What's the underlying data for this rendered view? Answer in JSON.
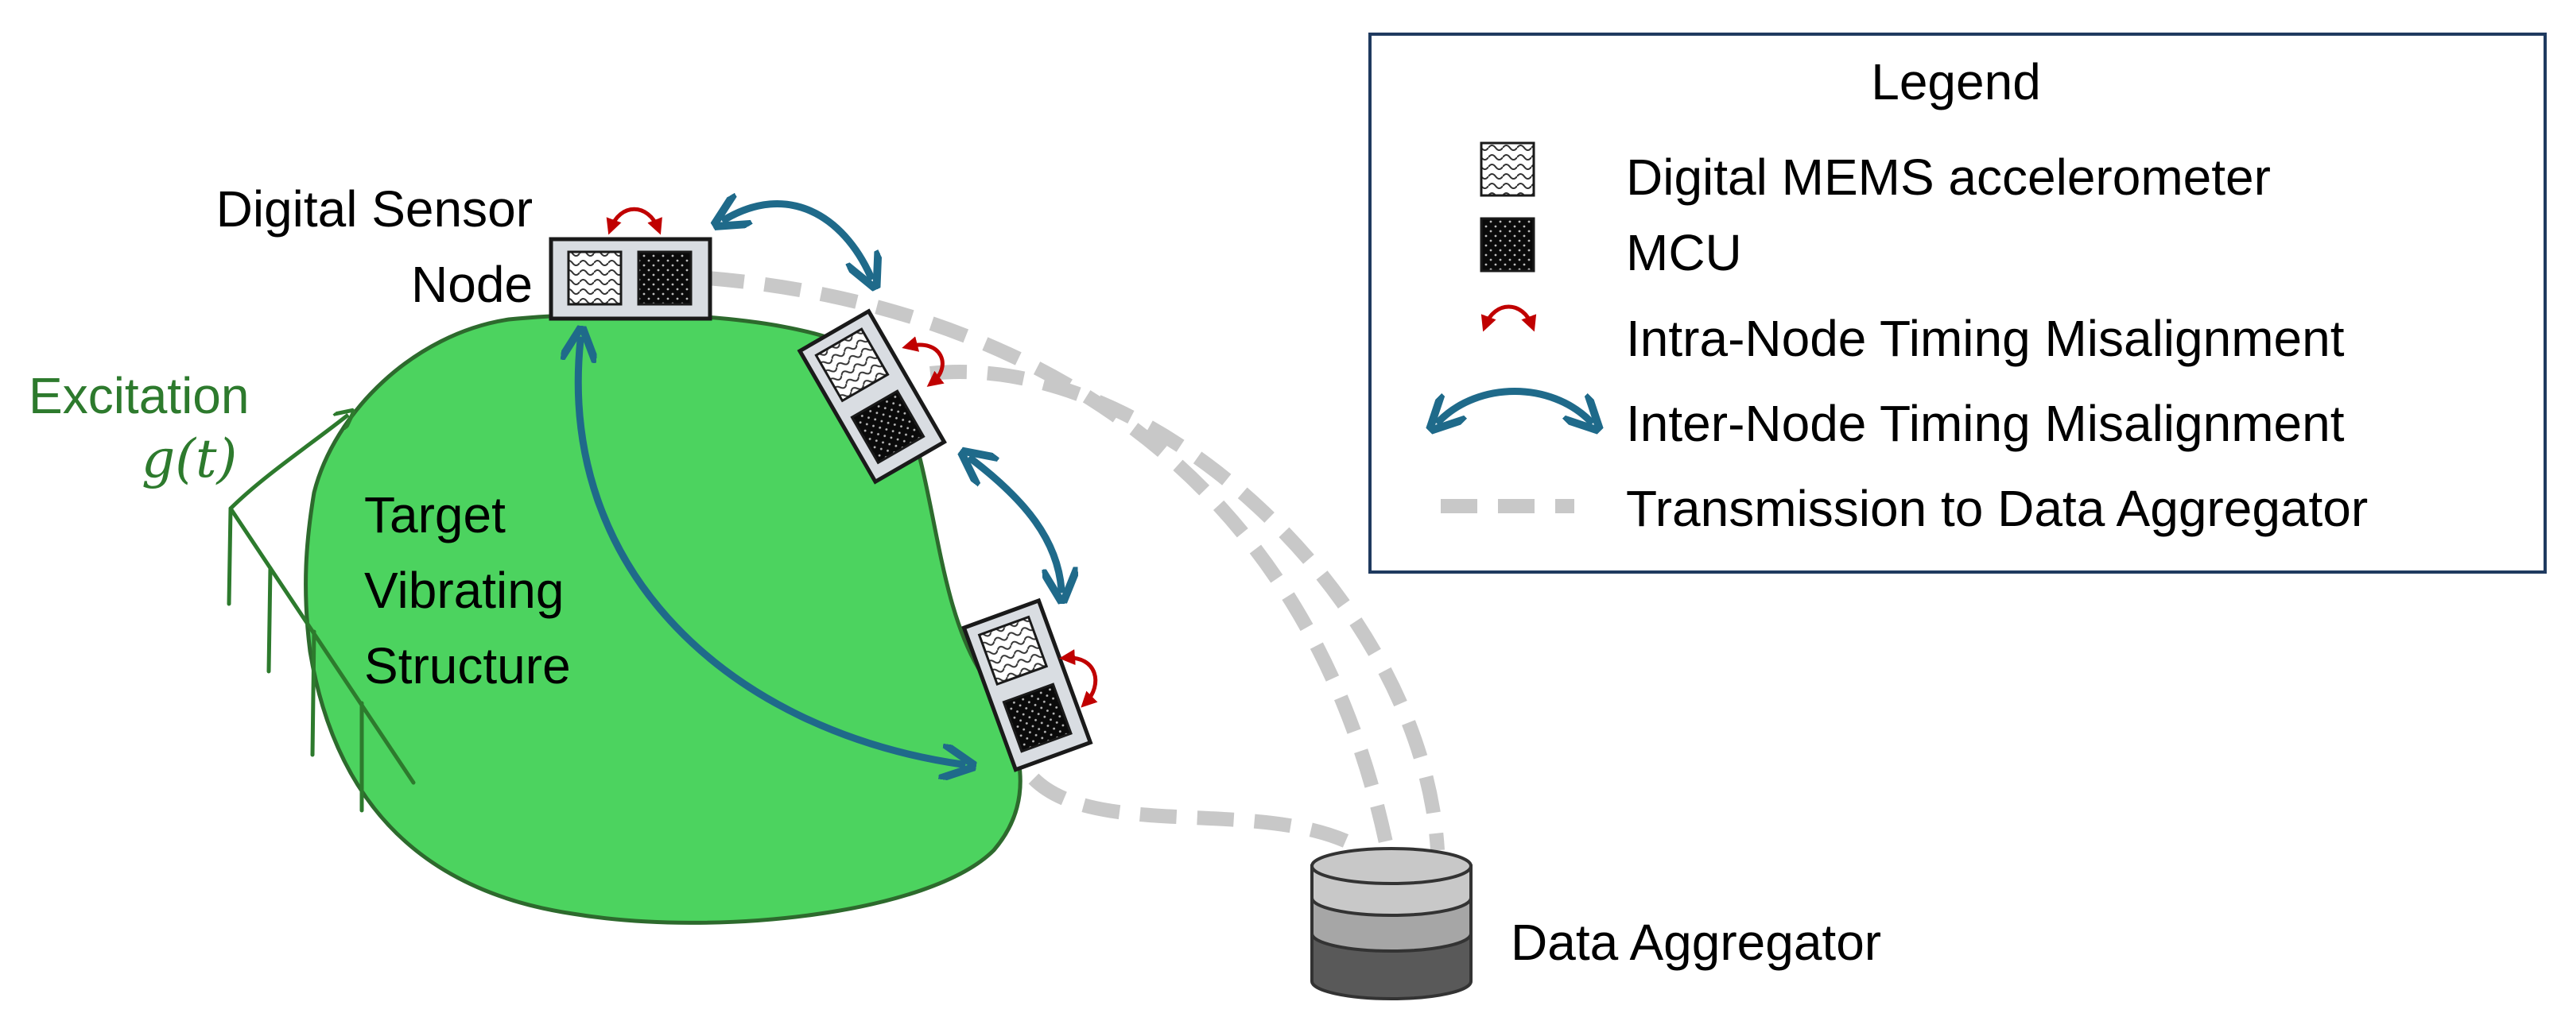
{
  "labels": {
    "sensor_node_line1": "Digital Sensor",
    "sensor_node_line2": "Node",
    "excitation": "Excitation",
    "excitation_func": "g(t)",
    "structure_line1": "Target",
    "structure_line2": "Vibrating",
    "structure_line3": "Structure",
    "aggregator": "Data Aggregator"
  },
  "legend": {
    "title": "Legend",
    "items": [
      {
        "label": "Digital MEMS accelerometer",
        "icon": "mems-accelerometer-icon"
      },
      {
        "label": "MCU",
        "icon": "mcu-chip-icon"
      },
      {
        "label": "Intra-Node Timing Misalignment",
        "icon": "small-red-curved-arrow-icon"
      },
      {
        "label": "Inter-Node Timing Misalignment",
        "icon": "blue-curved-double-arrow-icon"
      },
      {
        "label": "Transmission to Data Aggregator",
        "icon": "gray-dashed-line-icon"
      }
    ]
  },
  "colors": {
    "structure_fill": "#4cd35f",
    "structure_stroke": "#2d6a2d",
    "excitation": "#2d7a2d",
    "inter_node_arrow": "#1f6a8a",
    "intra_node_arrow": "#c00000",
    "transmission": "#c8c8c8",
    "legend_border": "#1f3a5f",
    "node_fill": "#d9dde2",
    "aggregator_top": "#c8c8c8",
    "aggregator_middle": "#a6a6a6",
    "aggregator_bottom": "#595959"
  }
}
